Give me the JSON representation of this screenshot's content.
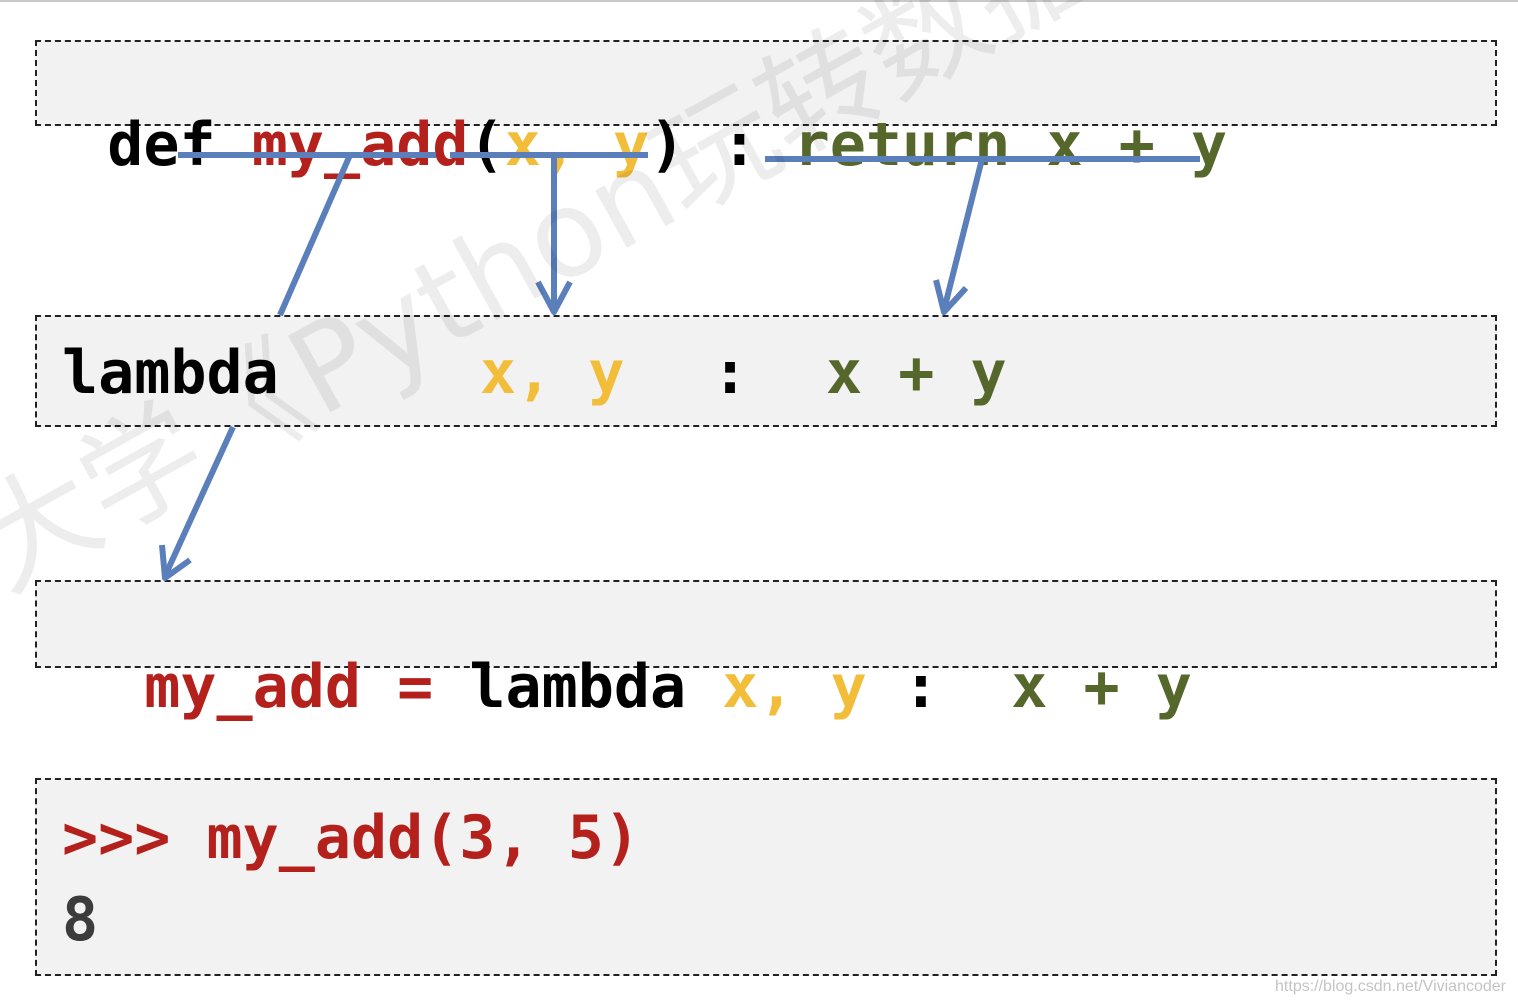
{
  "line1": {
    "def": "def ",
    "name": "my_add",
    "open_paren": "(",
    "params": "x, y",
    "close_paren": ")",
    "colon": " : ",
    "body": "return x + y"
  },
  "line2": {
    "keyword": "lambda",
    "params": "x, y",
    "colon": ":",
    "body": "x + y"
  },
  "line3": {
    "name": "my_add",
    "assign": " = ",
    "keyword": "lambda ",
    "params": "x, y",
    "colon": " :  ",
    "body": "x + y"
  },
  "repl": {
    "prompt_call": ">>> my_add(3, 5)",
    "result": "8"
  },
  "watermark": "大学《Python玩转数据》MOOC课程",
  "credit": "https://blog.csdn.net/Viviancoder",
  "colors": {
    "keyword": "#000000",
    "name": "#b4211c",
    "params": "#f2bd38",
    "body": "#55672a",
    "arrow": "#5b7fba",
    "box_fill": "#f2f2f2"
  }
}
